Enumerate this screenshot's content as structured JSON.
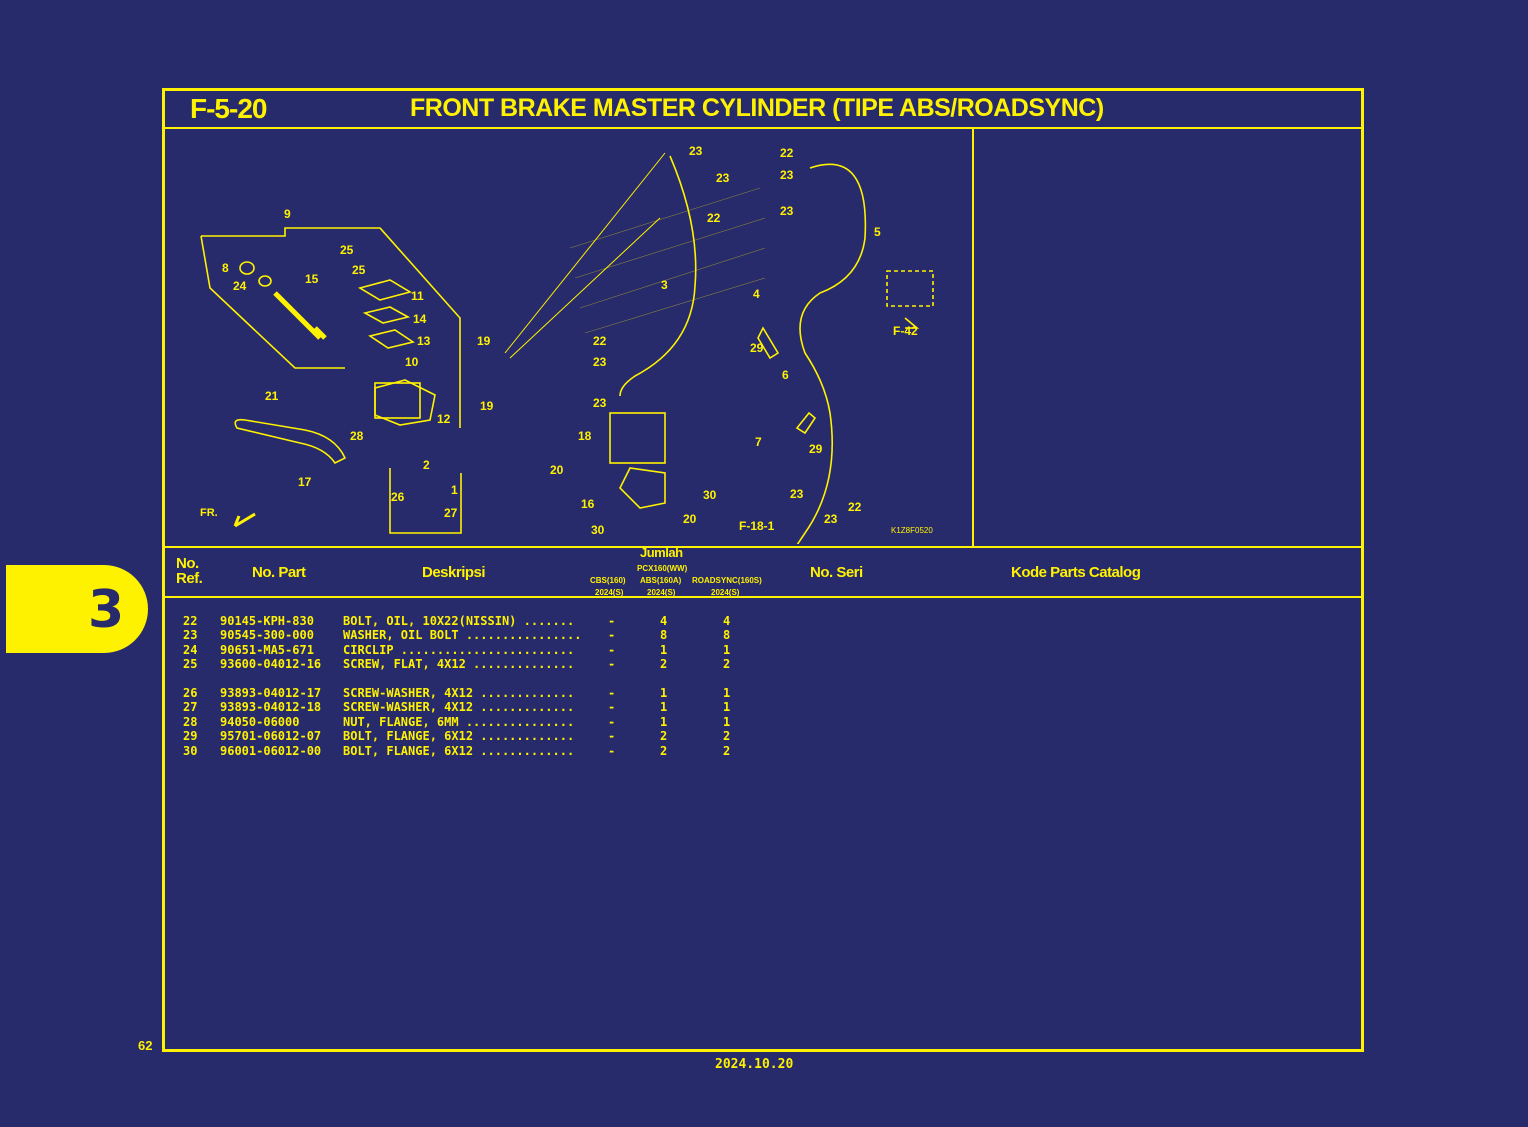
{
  "header": {
    "figure_code": "F-5-20",
    "title": "FRONT BRAKE MASTER CYLINDER (TIPE ABS/ROADSYNC)"
  },
  "tab": {
    "number": "3"
  },
  "diagram": {
    "callouts": [
      "1",
      "2",
      "3",
      "4",
      "5",
      "6",
      "7",
      "8",
      "9",
      "10",
      "11",
      "12",
      "13",
      "14",
      "15",
      "16",
      "17",
      "18",
      "19",
      "20",
      "21",
      "22",
      "23",
      "24",
      "25",
      "26",
      "27",
      "28",
      "29",
      "30"
    ],
    "refs": [
      "F-42",
      "F-18-1"
    ],
    "direction": "FR.",
    "image_code": "K1Z8F0520"
  },
  "columns": {
    "no_ref": "No. Ref.",
    "no_part": "No. Part",
    "deskripsi": "Deskripsi",
    "jumlah": "Jumlah",
    "model": "PCX160(WW)",
    "cbs": "CBS(160)",
    "abs": "ABS(160A)",
    "roadsync": "ROADSYNC(160S)",
    "year": "2024(S)",
    "no_seri": "No. Seri",
    "kode": "Kode Parts Catalog"
  },
  "rows": [
    {
      "ref": "22",
      "part": "90145-KPH-830",
      "desc": "BOLT, OIL, 10X22(NISSIN) .......",
      "cbs": "-",
      "abs": "4",
      "road": "4"
    },
    {
      "ref": "23",
      "part": "90545-300-000",
      "desc": "WASHER, OIL BOLT ................",
      "cbs": "-",
      "abs": "8",
      "road": "8"
    },
    {
      "ref": "24",
      "part": "90651-MA5-671",
      "desc": "CIRCLIP ........................",
      "cbs": "-",
      "abs": "1",
      "road": "1"
    },
    {
      "ref": "25",
      "part": "93600-04012-16",
      "desc": "SCREW, FLAT, 4X12 ..............",
      "cbs": "-",
      "abs": "2",
      "road": "2"
    },
    {
      "ref": "26",
      "part": "93893-04012-17",
      "desc": "SCREW-WASHER, 4X12 .............",
      "cbs": "-",
      "abs": "1",
      "road": "1"
    },
    {
      "ref": "27",
      "part": "93893-04012-18",
      "desc": "SCREW-WASHER, 4X12 .............",
      "cbs": "-",
      "abs": "1",
      "road": "1"
    },
    {
      "ref": "28",
      "part": "94050-06000",
      "desc": "NUT, FLANGE, 6MM ...............",
      "cbs": "-",
      "abs": "1",
      "road": "1"
    },
    {
      "ref": "29",
      "part": "95701-06012-07",
      "desc": "BOLT, FLANGE, 6X12 .............",
      "cbs": "-",
      "abs": "2",
      "road": "2"
    },
    {
      "ref": "30",
      "part": "96001-06012-00",
      "desc": "BOLT, FLANGE, 6X12 .............",
      "cbs": "-",
      "abs": "2",
      "road": "2"
    }
  ],
  "footer": {
    "page": "62",
    "date": "2024.10.20"
  }
}
